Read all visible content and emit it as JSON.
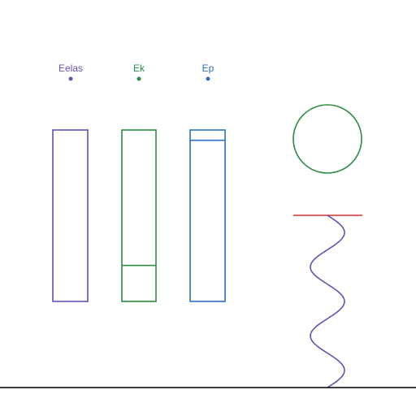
{
  "energy_bars": [
    {
      "label": "Eelas",
      "color": "#6a4fb3",
      "fill_fraction": 0.0
    },
    {
      "label": "Ek",
      "color": "#2e8b45",
      "fill_fraction": 0.21
    },
    {
      "label": "Ep",
      "color": "#2f6fc0",
      "fill_fraction": 0.94
    }
  ],
  "apparatus": {
    "ball_color": "#2e8b45",
    "ceiling_color": "#cc3333",
    "spring_color": "#6a4fb3",
    "ground_color": "#000000"
  }
}
